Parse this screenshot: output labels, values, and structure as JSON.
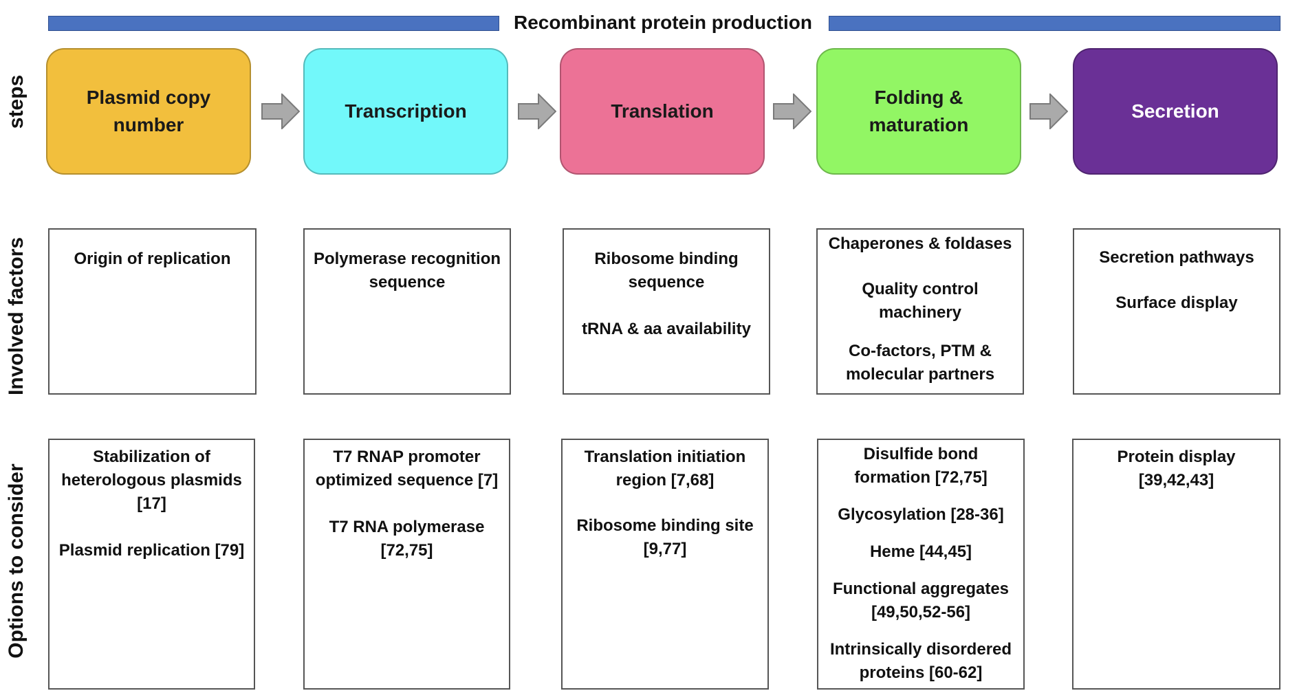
{
  "banner": {
    "title": "Recombinant protein production"
  },
  "row_labels": {
    "steps": "steps",
    "factors": "Involved factors",
    "options": "Options to consider"
  },
  "colors": {
    "banner_bar": "#4a72c0",
    "step_1": "#f2bf3d",
    "step_2": "#72f8fa",
    "step_3": "#ec7296",
    "step_4": "#92f664",
    "step_5": "#6a3096",
    "arrow": "#aaaaaa"
  },
  "steps": [
    {
      "label": "Plasmid copy number"
    },
    {
      "label": "Transcription"
    },
    {
      "label": "Translation"
    },
    {
      "label": "Folding & maturation"
    },
    {
      "label": "Secretion"
    }
  ],
  "factors": [
    [
      "Origin of replication"
    ],
    [
      "Polymerase recognition sequence"
    ],
    [
      "Ribosome binding sequence",
      "tRNA & aa availability"
    ],
    [
      "Chaperones & foldases",
      "Quality control machinery",
      "Co-factors, PTM & molecular partners"
    ],
    [
      "Secretion pathways",
      "Surface display"
    ]
  ],
  "options": [
    [
      "Stabilization of heterologous plasmids [17]",
      "Plasmid replication [79]"
    ],
    [
      "T7 RNAP promoter optimized sequence [7]",
      "T7 RNA polymerase [72,75]"
    ],
    [
      "Translation initiation region [7,68]",
      "Ribosome binding site [9,77]"
    ],
    [
      "Disulfide bond formation [72,75]",
      "Glycosylation [28-36]",
      "Heme [44,45]",
      "Functional aggregates [49,50,52-56]",
      "Intrinsically disordered proteins [60-62]"
    ],
    [
      "Protein display [39,42,43]"
    ]
  ]
}
